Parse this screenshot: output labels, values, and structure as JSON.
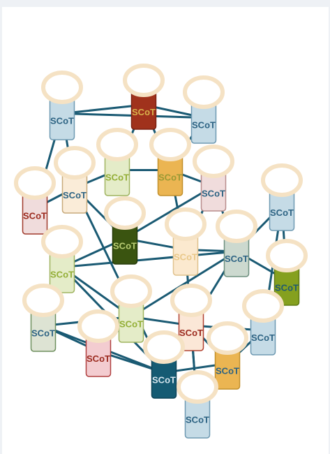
{
  "diagram": {
    "node_label": "SCoT",
    "colors": {
      "edge": "#1a5a73",
      "cap_fill": "#ffffff",
      "cap_stroke": "#f5e2c4"
    },
    "nodes": [
      {
        "id": "n1",
        "label": "SCoT",
        "fill": "#c5dbe6",
        "stroke": "#6f9ab2",
        "text": "#2d6383"
      },
      {
        "id": "n2",
        "label": "SCoT",
        "fill": "#a0321c",
        "stroke": "#7b2212",
        "text": "#d8b24c"
      },
      {
        "id": "n3",
        "label": "SCoT",
        "fill": "#c5dbe6",
        "stroke": "#6f9ab2",
        "text": "#2d6383"
      },
      {
        "id": "n4",
        "label": "SCoT",
        "fill": "#e4ecc8",
        "stroke": "#9fb35f",
        "text": "#93ae36"
      },
      {
        "id": "n5",
        "label": "SCoT",
        "fill": "#ebb552",
        "stroke": "#c28f2a",
        "text": "#9a9a34"
      },
      {
        "id": "n6",
        "label": "SCoT",
        "fill": "#faecd8",
        "stroke": "#c7aa7b",
        "text": "#2d6383"
      },
      {
        "id": "n7",
        "label": "SCoT",
        "fill": "#f0dcdc",
        "stroke": "#b88c8c",
        "text": "#2d6383"
      },
      {
        "id": "n8",
        "label": "SCoT",
        "fill": "#f0dcdc",
        "stroke": "#a03a2c",
        "text": "#9b2a1e"
      },
      {
        "id": "n9",
        "label": "SCoT",
        "fill": "#c5dbe6",
        "stroke": "#6f9ab2",
        "text": "#2d6383"
      },
      {
        "id": "n10",
        "label": "SCoT",
        "fill": "#3a5410",
        "stroke": "#253a08",
        "text": "#b8cc73"
      },
      {
        "id": "n11",
        "label": "SCoT",
        "fill": "#fbe9cf",
        "stroke": "#e0c28e",
        "text": "#e9c889"
      },
      {
        "id": "n12",
        "label": "SCoT",
        "fill": "#e4ecc8",
        "stroke": "#9fb35f",
        "text": "#93ae36"
      },
      {
        "id": "n13",
        "label": "SCoT",
        "fill": "#ccd9cf",
        "stroke": "#6d8f7f",
        "text": "#2d6383"
      },
      {
        "id": "n14",
        "label": "SCoT",
        "fill": "#85a01f",
        "stroke": "#5f7a14",
        "text": "#1f5a70"
      },
      {
        "id": "n15",
        "label": "SCoT",
        "fill": "#dde3d3",
        "stroke": "#6e8f5e",
        "text": "#2d6383"
      },
      {
        "id": "n16",
        "label": "SCoT",
        "fill": "#e4ecc8",
        "stroke": "#9fb35f",
        "text": "#93ae36"
      },
      {
        "id": "n17",
        "label": "SCoT",
        "fill": "#fbe7d7",
        "stroke": "#b04030",
        "text": "#9b2a1e"
      },
      {
        "id": "n18",
        "label": "SCoT",
        "fill": "#c5dbe6",
        "stroke": "#6f9ab2",
        "text": "#2d6383"
      },
      {
        "id": "n19",
        "label": "SCoT",
        "fill": "#f3ccd0",
        "stroke": "#b04040",
        "text": "#9b2a1e"
      },
      {
        "id": "n20",
        "label": "SCoT",
        "fill": "#155b73",
        "stroke": "#0f4458",
        "text": "#d6e6ee"
      },
      {
        "id": "n21",
        "label": "SCoT",
        "fill": "#ebb552",
        "stroke": "#c28f2a",
        "text": "#2d6383"
      },
      {
        "id": "n22",
        "label": "SCoT",
        "fill": "#c5dbe6",
        "stroke": "#6f9ab2",
        "text": "#2d6383"
      }
    ],
    "edges": [
      [
        "n1",
        "n2"
      ],
      [
        "n1",
        "n3"
      ],
      [
        "n2",
        "n3"
      ],
      [
        "n2",
        "n4"
      ],
      [
        "n2",
        "n5"
      ],
      [
        "n1",
        "n6"
      ],
      [
        "n1",
        "n8"
      ],
      [
        "n4",
        "n5"
      ],
      [
        "n4",
        "n6"
      ],
      [
        "n5",
        "n7"
      ],
      [
        "n3",
        "n5"
      ],
      [
        "n6",
        "n8"
      ],
      [
        "n6",
        "n10"
      ],
      [
        "n7",
        "n10"
      ],
      [
        "n7",
        "n13"
      ],
      [
        "n7",
        "n11"
      ],
      [
        "n8",
        "n12"
      ],
      [
        "n9",
        "n13"
      ],
      [
        "n9",
        "n14"
      ],
      [
        "n10",
        "n11"
      ],
      [
        "n11",
        "n13"
      ],
      [
        "n10",
        "n12"
      ],
      [
        "n12",
        "n13"
      ],
      [
        "n12",
        "n16"
      ],
      [
        "n12",
        "n20"
      ],
      [
        "n13",
        "n16"
      ],
      [
        "n13",
        "n17"
      ],
      [
        "n13",
        "n14"
      ],
      [
        "n15",
        "n16"
      ],
      [
        "n15",
        "n19"
      ],
      [
        "n15",
        "n20"
      ],
      [
        "n16",
        "n17"
      ],
      [
        "n16",
        "n19"
      ],
      [
        "n17",
        "n21"
      ],
      [
        "n17",
        "n22"
      ],
      [
        "n17",
        "n18"
      ],
      [
        "n18",
        "n21"
      ],
      [
        "n19",
        "n20"
      ],
      [
        "n20",
        "n21"
      ],
      [
        "n20",
        "n22"
      ],
      [
        "n21",
        "n22"
      ],
      [
        "n6",
        "n20"
      ],
      [
        "n11",
        "n22"
      ],
      [
        "n9",
        "n18"
      ],
      [
        "n5",
        "n11"
      ]
    ]
  }
}
